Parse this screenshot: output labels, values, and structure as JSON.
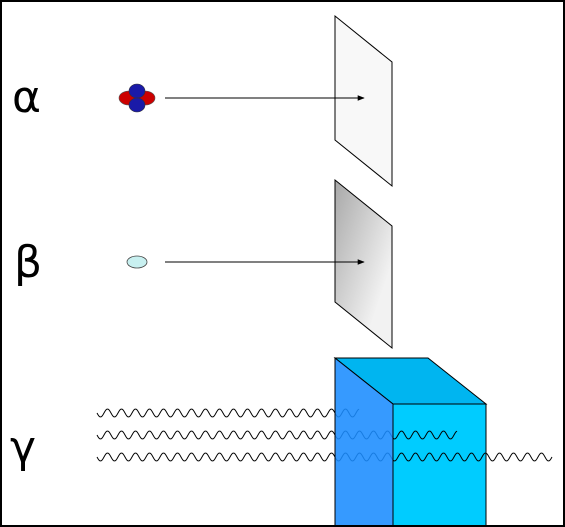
{
  "labels": {
    "alpha": "α",
    "beta": "β",
    "gamma": "γ"
  },
  "icons": {
    "alpha_particle": "alpha-particle-icon",
    "beta_particle": "beta-particle-icon",
    "gamma_wave": "wave-icon",
    "paper": "paper-sheet-icon",
    "aluminium": "metal-sheet-icon",
    "lead_block": "lead-block-icon"
  },
  "colors": {
    "proton": "#cc0000",
    "neutron": "#1a1aa8",
    "electron": "#c8f0f0",
    "paper_fill": "#f8f8f8",
    "metal_dark": "#a8a8a8",
    "metal_light": "#f2f2f2",
    "block_front": "#1a8cff",
    "block_side": "#00ccff",
    "block_top": "#00b5f0",
    "outline": "#000000"
  }
}
